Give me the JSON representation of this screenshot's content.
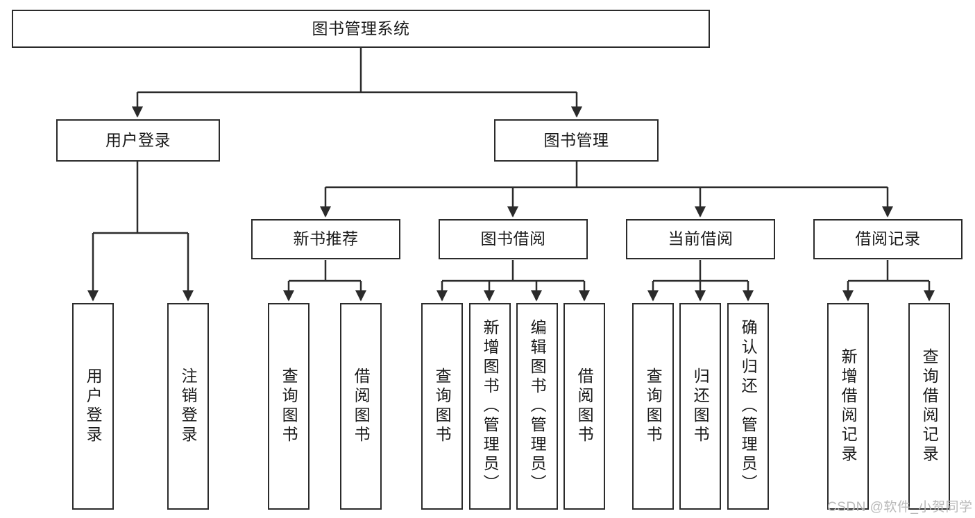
{
  "diagram": {
    "title": "图书管理系统",
    "type": "tree-hierarchy",
    "background_color": "#ffffff",
    "stroke_color": "#2b2b2b",
    "text_color": "#1a1a1a",
    "levels": {
      "root": {
        "label": "图书管理系统"
      },
      "level2": [
        {
          "label": "用户登录"
        },
        {
          "label": "图书管理"
        }
      ],
      "level3": [
        {
          "label": "新书推荐"
        },
        {
          "label": "图书借阅"
        },
        {
          "label": "当前借阅"
        },
        {
          "label": "借阅记录"
        }
      ],
      "leaves": {
        "user_login": [
          {
            "label": "用户登录"
          },
          {
            "label": "注销登录"
          }
        ],
        "new_book_recommend": [
          {
            "label": "查询图书"
          },
          {
            "label": "借阅图书"
          }
        ],
        "book_borrow": [
          {
            "label": "查询图书"
          },
          {
            "label": "新增图书（管理员）"
          },
          {
            "label": "编辑图书（管理员）"
          },
          {
            "label": "借阅图书"
          }
        ],
        "current_borrow": [
          {
            "label": "查询图书"
          },
          {
            "label": "归还图书"
          },
          {
            "label": "确认归还（管理员）"
          }
        ],
        "borrow_records": [
          {
            "label": "新增借阅记录"
          },
          {
            "label": "查询借阅记录"
          }
        ]
      }
    }
  },
  "watermark": {
    "text": "CSDN @软件_小贺同学"
  }
}
